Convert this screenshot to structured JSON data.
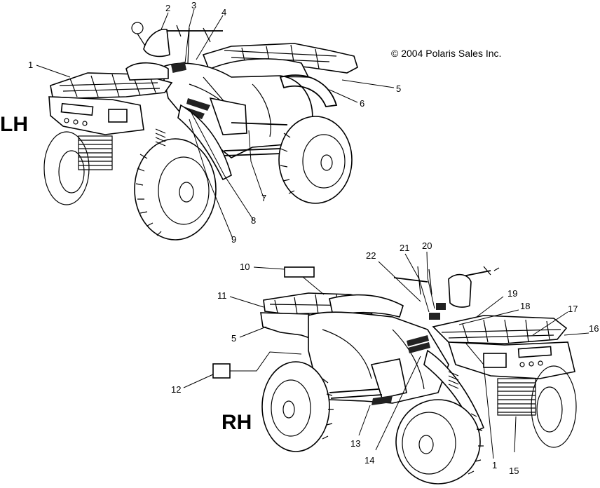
{
  "copyright": "© 2004 Polaris Sales Inc.",
  "views": {
    "left": {
      "label": "LH"
    },
    "right": {
      "label": "RH"
    }
  },
  "callouts_left": [
    "1",
    "2",
    "3",
    "4",
    "5",
    "6",
    "7",
    "8",
    "9"
  ],
  "callouts_right": [
    "10",
    "11",
    "5",
    "12",
    "13",
    "14",
    "1",
    "15",
    "16",
    "17",
    "18",
    "19",
    "20",
    "21",
    "22"
  ],
  "colors": {
    "ink": "#000000",
    "background": "#ffffff"
  }
}
